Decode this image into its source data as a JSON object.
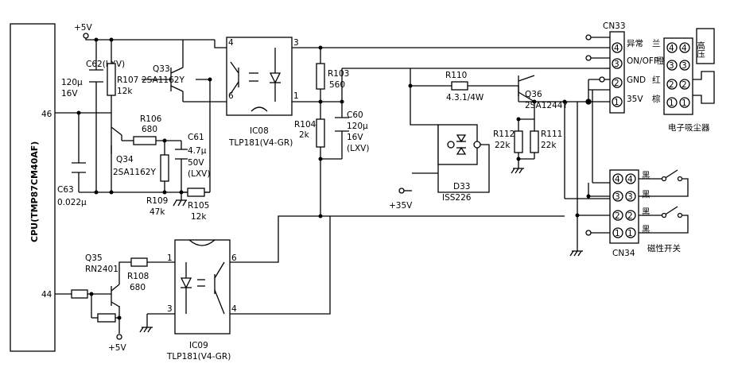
{
  "cpu": {
    "label": "CPU(TMP87CM40AF)",
    "pin46": "46",
    "pin44": "44"
  },
  "supply": {
    "v5_top": "+5V",
    "v5_bottom": "+5V",
    "v35": "+35V"
  },
  "c62": {
    "ref": "C62(LXV)",
    "val": "120μ",
    "volt": "16V"
  },
  "r107": {
    "ref": "R107",
    "val": "12k"
  },
  "q33": {
    "ref": "Q33",
    "part": "2SA1162Y"
  },
  "r106": {
    "ref": "R106",
    "val": "680"
  },
  "q34": {
    "ref": "Q34",
    "part": "2SA1162Y"
  },
  "c61": {
    "ref": "C61",
    "val": "4.7μ",
    "volt": "50V",
    "type": "(LXV)"
  },
  "c63": {
    "ref": "C63",
    "val": "0.022μ"
  },
  "r109": {
    "ref": "R109",
    "val": "47k"
  },
  "r105": {
    "ref": "R105",
    "val": "12k"
  },
  "ic08": {
    "ref": "IC08",
    "part": "TLP181(V4-GR)",
    "p4": "4",
    "p6": "6",
    "p3": "3",
    "p1": "1"
  },
  "r103": {
    "ref": "R103",
    "val": "560"
  },
  "r104": {
    "ref": "R104",
    "val": "2k"
  },
  "c60": {
    "ref": "C60",
    "val": "120μ",
    "volt": "16V",
    "type": "(LXV)"
  },
  "r110": {
    "ref": "R110",
    "val": "4.3.1/4W"
  },
  "q36": {
    "ref": "Q36",
    "part": "2SA1244Y"
  },
  "r112": {
    "ref": "R112",
    "val": "22k"
  },
  "r111": {
    "ref": "R111",
    "val": "22k"
  },
  "d33": {
    "ref": "D33",
    "part": "ISS226"
  },
  "q35": {
    "ref": "Q35",
    "part": "RN2401"
  },
  "r108": {
    "ref": "R108",
    "val": "680"
  },
  "ic09": {
    "ref": "IC09",
    "part": "TLP181(V4-GR)",
    "p1": "1",
    "p6": "6",
    "p3": "3",
    "p4": "4"
  },
  "cn33": {
    "ref": "CN33",
    "pins": [
      {
        "num": "4",
        "label": "异常",
        "color": "兰"
      },
      {
        "num": "3",
        "label": "ON/OFF",
        "color": "橙"
      },
      {
        "num": "2",
        "label": "GND",
        "color": "红"
      },
      {
        "num": "1",
        "label": "35V",
        "color": "棕"
      }
    ],
    "jpins": [
      "4",
      "4",
      "3",
      "3",
      "2",
      "2",
      "1",
      "1"
    ],
    "device": "电子吸尘器",
    "hv": "高压"
  },
  "cn34": {
    "ref": "CN34",
    "pins": [
      "4",
      "4",
      "3",
      "3",
      "2",
      "2",
      "1",
      "1"
    ],
    "colors": [
      "黑",
      "黑",
      "黑",
      "黑"
    ],
    "switch": "磁性开关"
  }
}
